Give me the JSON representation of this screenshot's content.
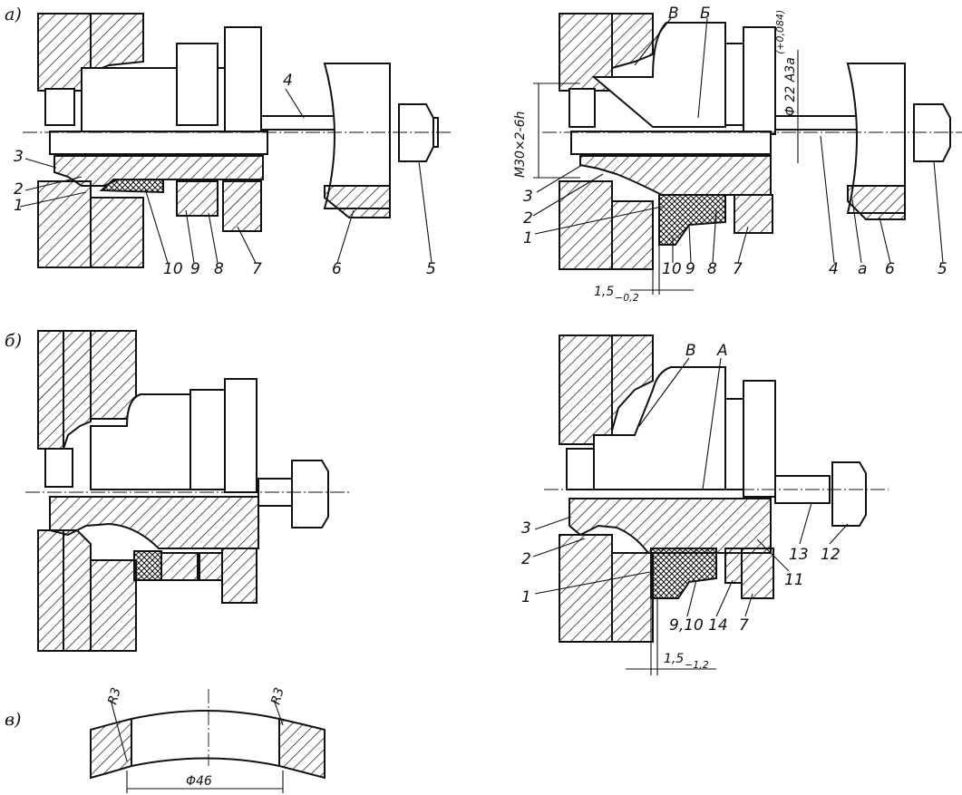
{
  "sections": {
    "a": "а)",
    "b": "б)",
    "v": "в)"
  },
  "view_a_left": {
    "labels": [
      "1",
      "2",
      "3",
      "4",
      "5",
      "6",
      "7",
      "8",
      "9",
      "10"
    ]
  },
  "view_a_right": {
    "letters": {
      "B_cyr": "Б",
      "V_cyr": "В",
      "a_cyr": "а"
    },
    "thread": "M30×2-6h",
    "diameter": "Φ 22 A3a",
    "tolerance": "(+0,084)",
    "gap": "1,5",
    "gap_tol": "−0,2",
    "labels": [
      "1",
      "2",
      "3",
      "4",
      "5",
      "6",
      "7",
      "8",
      "9",
      "10"
    ]
  },
  "view_b_right": {
    "letters": {
      "A": "А",
      "V_cyr": "В"
    },
    "gap": "1,5",
    "gap_tol": "−1,2",
    "labels": [
      "1",
      "2",
      "3",
      "7",
      "9,10",
      "11",
      "12",
      "13",
      "14"
    ]
  },
  "view_v": {
    "r_left": "R3",
    "r_right": "R3",
    "diameter": "Φ46"
  }
}
